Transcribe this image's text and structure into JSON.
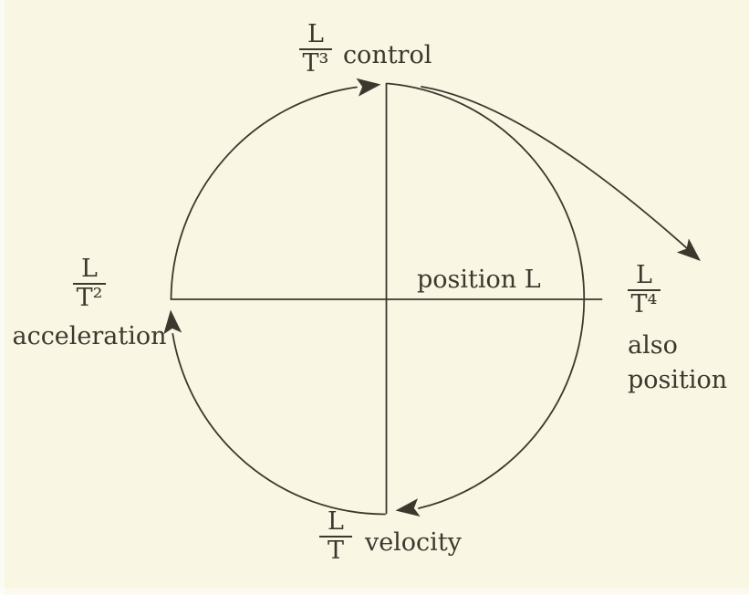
{
  "colors": {
    "background": "#f9f6e3",
    "ink": "#3d372d"
  },
  "diagram": {
    "top": {
      "numerator": "L",
      "denominator": "T³",
      "label": "control"
    },
    "left": {
      "numerator": "L",
      "denominator": "T²",
      "label": "acceleration"
    },
    "bottom": {
      "numerator": "L",
      "denominator": "T",
      "label": "velocity"
    },
    "right": {
      "numerator": "L",
      "denominator": "T⁴",
      "label_line1": "also",
      "label_line2": "position"
    },
    "center": {
      "label": "position L"
    }
  }
}
